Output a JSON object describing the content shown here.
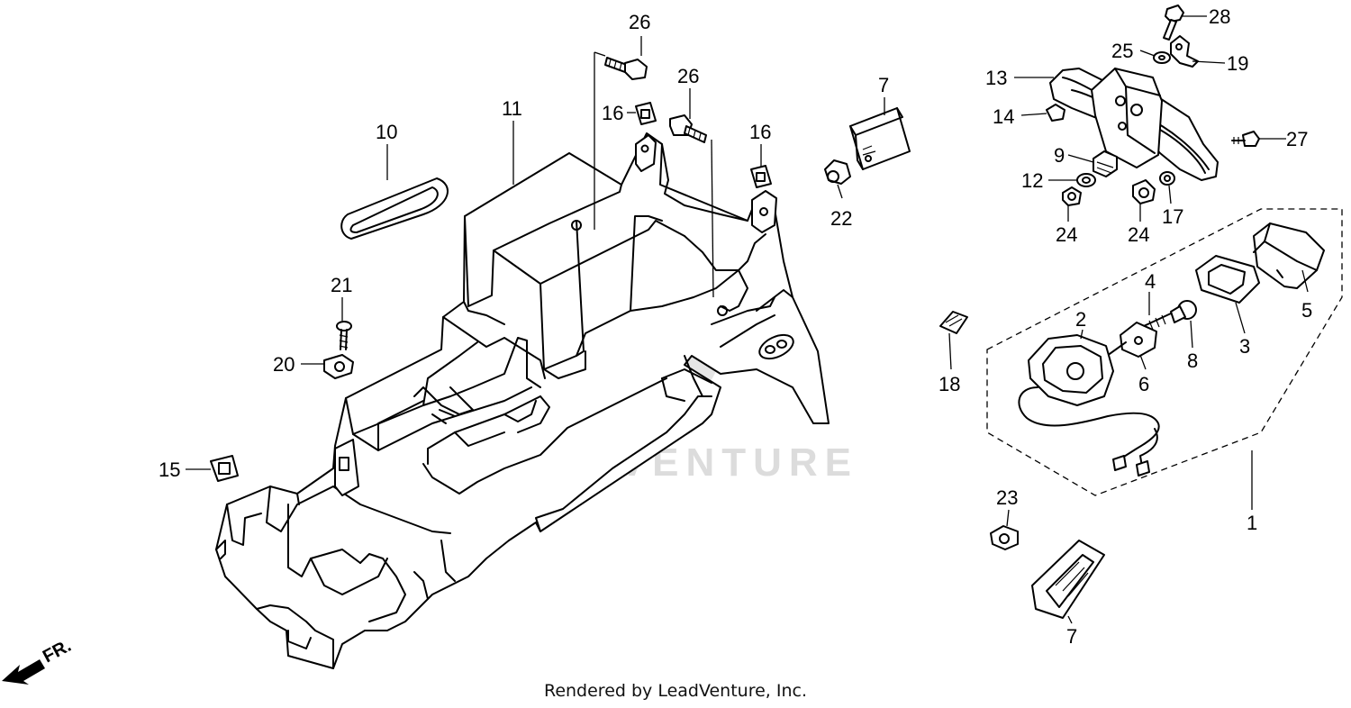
{
  "diagram": {
    "credit": "Rendered by LeadVenture, Inc.",
    "watermark": "LEADVENTURE",
    "direction_label": "FR.",
    "callouts": [
      {
        "id": "c26a",
        "label": "26"
      },
      {
        "id": "c26b",
        "label": "26"
      },
      {
        "id": "c11",
        "label": "11"
      },
      {
        "id": "c10",
        "label": "10"
      },
      {
        "id": "c16a",
        "label": "16"
      },
      {
        "id": "c16b",
        "label": "16"
      },
      {
        "id": "c7a",
        "label": "7"
      },
      {
        "id": "c22",
        "label": "22"
      },
      {
        "id": "c21",
        "label": "21"
      },
      {
        "id": "c20",
        "label": "20"
      },
      {
        "id": "c15",
        "label": "15"
      },
      {
        "id": "c28",
        "label": "28"
      },
      {
        "id": "c25",
        "label": "25"
      },
      {
        "id": "c19",
        "label": "19"
      },
      {
        "id": "c13",
        "label": "13"
      },
      {
        "id": "c14",
        "label": "14"
      },
      {
        "id": "c27",
        "label": "27"
      },
      {
        "id": "c9",
        "label": "9"
      },
      {
        "id": "c12",
        "label": "12"
      },
      {
        "id": "c24a",
        "label": "24"
      },
      {
        "id": "c24b",
        "label": "24"
      },
      {
        "id": "c17",
        "label": "17"
      },
      {
        "id": "c5",
        "label": "5"
      },
      {
        "id": "c4",
        "label": "4"
      },
      {
        "id": "c2",
        "label": "2"
      },
      {
        "id": "c3",
        "label": "3"
      },
      {
        "id": "c8",
        "label": "8"
      },
      {
        "id": "c6",
        "label": "6"
      },
      {
        "id": "c18",
        "label": "18"
      },
      {
        "id": "c1",
        "label": "1"
      },
      {
        "id": "c23",
        "label": "23"
      },
      {
        "id": "c7b",
        "label": "7"
      }
    ]
  }
}
